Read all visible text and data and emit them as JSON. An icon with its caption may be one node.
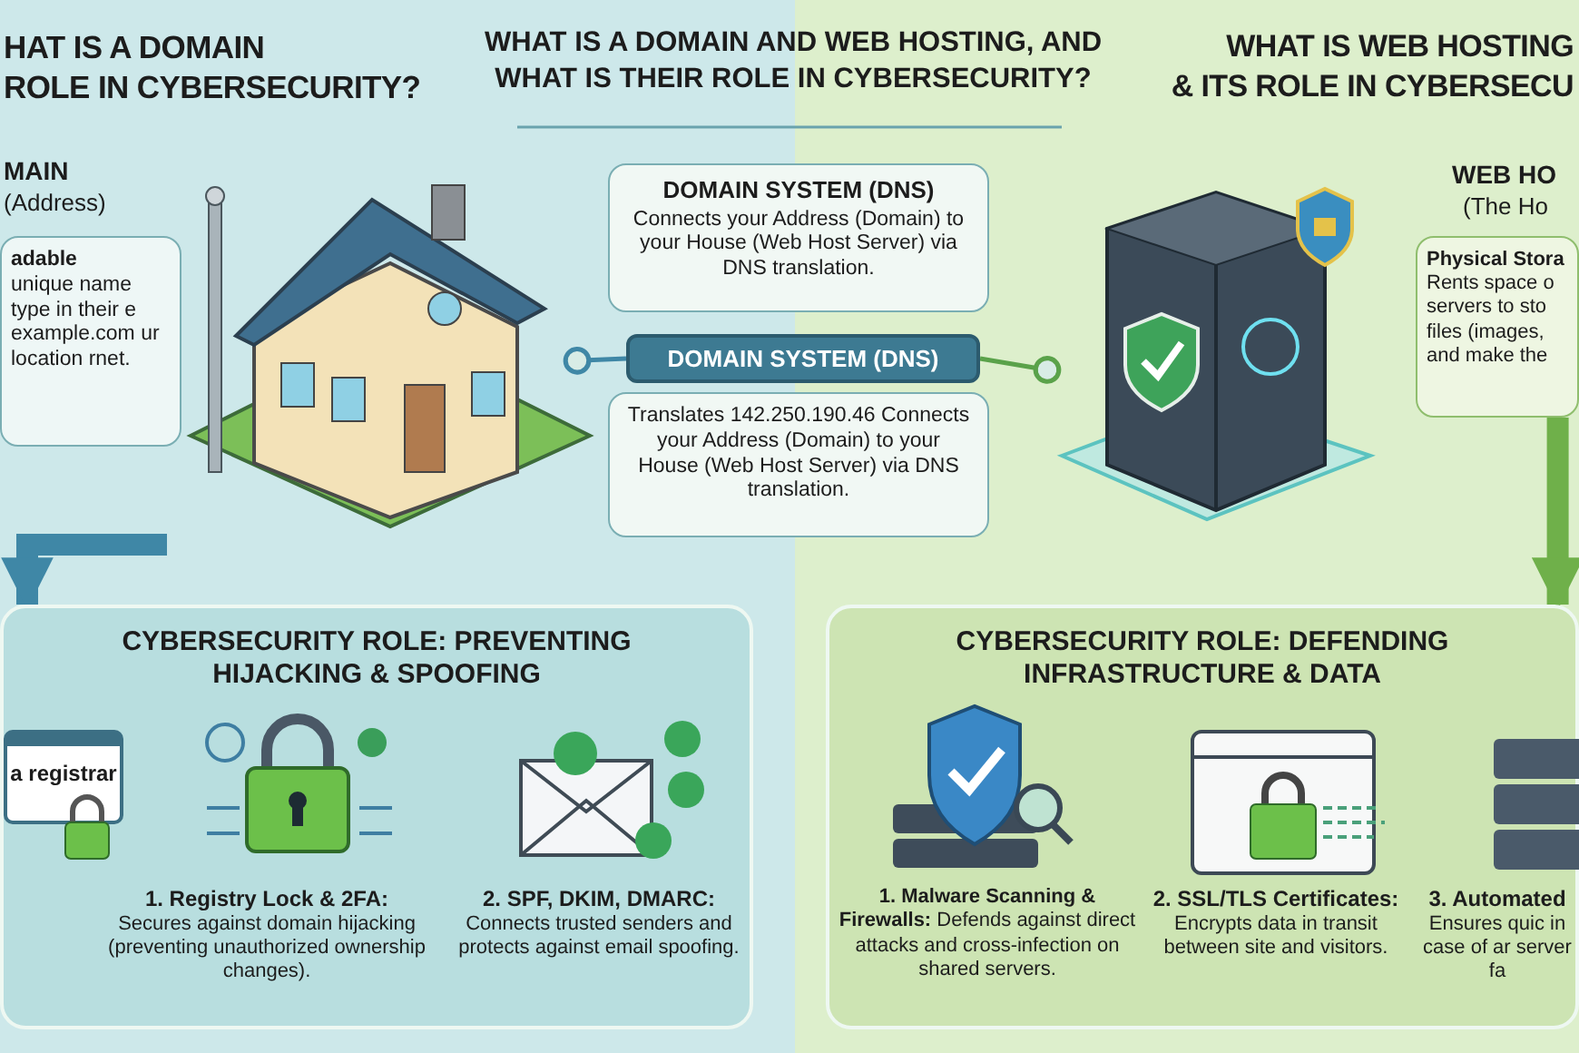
{
  "diagram": {
    "title": "WHAT IS A DOMAIN AND WEB HOSTING, AND WHAT IS THEIR ROLE IN CYBERSECURITY?",
    "nodes": [
      {
        "text": [
          "adable",
          "unique name type in their e example.com ur location rnet."
        ]
      },
      {
        "text": [],
        "shape": "picture"
      },
      {
        "text": [
          "DOMAIN SYSTEM (DNS)",
          "Connects your Address (Domain) to your House (Web Host Server) via DNS translation."
        ]
      },
      {
        "text": [
          "DOMAIN SYSTEM (DNS)"
        ]
      },
      {
        "text": [
          "Translates 142.250.190.46 Connects your Address (Domain) to your House (Web Host Server) via DNS translation."
        ]
      },
      {
        "text": [],
        "shape": "picture"
      },
      {
        "text": [
          "Physical Stora",
          "Rents space o servers to sto files (images, and make the"
        ]
      },
      {
        "text": [
          "CYBERSECURITY ROLE: PREVENTING HIJACKING & SPOOFING"
        ]
      },
      {
        "text": [
          "a registrar"
        ],
        "in": 7
      },
      {
        "text": [
          "1. Registry Lock & 2FA:",
          "Secures against domain hijacking (preventing unauthorized ownership changes)."
        ],
        "in": 7
      },
      {
        "text": [
          "2. SPF, DKIM, DMARC:",
          "Connects trusted senders and protects against email spoofing."
        ],
        "in": 7
      },
      {
        "text": [
          "CYBERSECURITY ROLE: DEFENDING INFRASTRUCTURE & DATA"
        ]
      },
      {
        "text": [
          "**1. Malware Scanning & Firewalls:** Defends against direct attacks and cross-infection on shared servers."
        ],
        "in": 11
      },
      {
        "text": [
          "2. SSL/TLS Certificates:",
          "Encrypts data in transit between site and visitors."
        ],
        "in": 11
      },
      {
        "text": [
          "3. Automated",
          "Ensures quic in case of ar server fa"
        ],
        "in": 11
      }
    ],
    "edges": [
      {
        "from": 1,
        "to": 3,
        "arrow": "other",
        "color": "#3f87a6"
      },
      {
        "from": 5,
        "to": 3,
        "arrow": "other",
        "color": "#5aa24a"
      },
      {
        "from": null,
        "to": 7,
        "arrow": "to",
        "style": "thick",
        "color": "#3f87a6"
      },
      {
        "from": 6,
        "to": 11,
        "arrow": "to",
        "style": "thick",
        "color": "#6fb04a"
      }
    ],
    "labels": [
      "HAT IS A DOMAIN",
      "ROLE IN CYBERSECURITY?",
      "WHAT IS WEB HOSTING",
      "& ITS ROLE IN CYBERSECU",
      "MAIN",
      "(Address)",
      "WEB HO",
      "(The Ho"
    ]
  }
}
